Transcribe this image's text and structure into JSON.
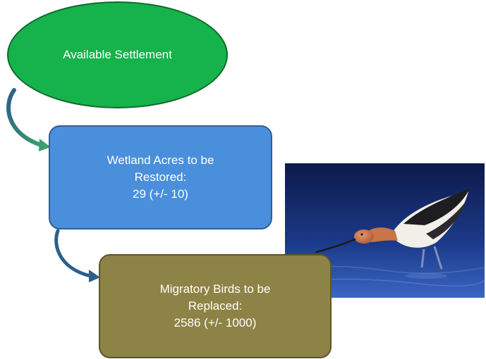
{
  "nodes": {
    "settlement": {
      "label": "Available Settlement"
    },
    "wetland": {
      "line1": "Wetland Acres to be",
      "line2": "Restored:",
      "line3": "29  (+/- 10)"
    },
    "birds": {
      "line1": "Migratory Birds to be",
      "line2": "Replaced:",
      "line3": "2586  (+/- 1000)"
    }
  },
  "colors": {
    "oval_fill": "#16b24b",
    "box1_fill": "#4a8fdc",
    "box2_fill": "#8e8346",
    "arrow": "#2c5f8a",
    "arrow_head": "#3b9e6e"
  },
  "photo": {
    "subject": "american-avocet-bird"
  }
}
